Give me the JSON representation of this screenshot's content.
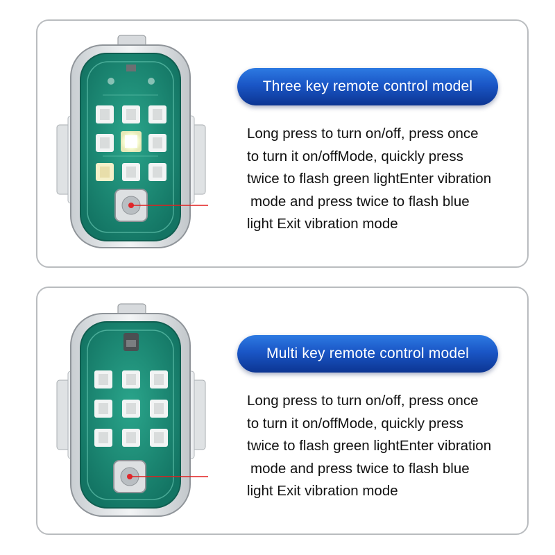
{
  "colors": {
    "panel_border": "#b9bcbf",
    "pill_gradient": [
      "#2d7ae2",
      "#1a56c6",
      "#0c3592"
    ],
    "pcb_green": "#1f8f78",
    "pointer_red": "#e21f1f"
  },
  "panels": [
    {
      "title": "Three key remote control model",
      "description_lines": [
        "Long press to turn on/off, press once",
        "to turn it on/offMode, quickly press",
        "twice to flash green lightEnter vibration",
        "mode and press twice to flash blue",
        "light Exit vibration mode"
      ]
    },
    {
      "title": "Multi key remote control model",
      "description_lines": [
        "Long press to turn on/off, press once",
        "to turn it on/offMode, quickly press",
        "twice to flash green lightEnter vibration",
        "mode and press twice to flash blue",
        "light Exit vibration mode"
      ]
    }
  ]
}
